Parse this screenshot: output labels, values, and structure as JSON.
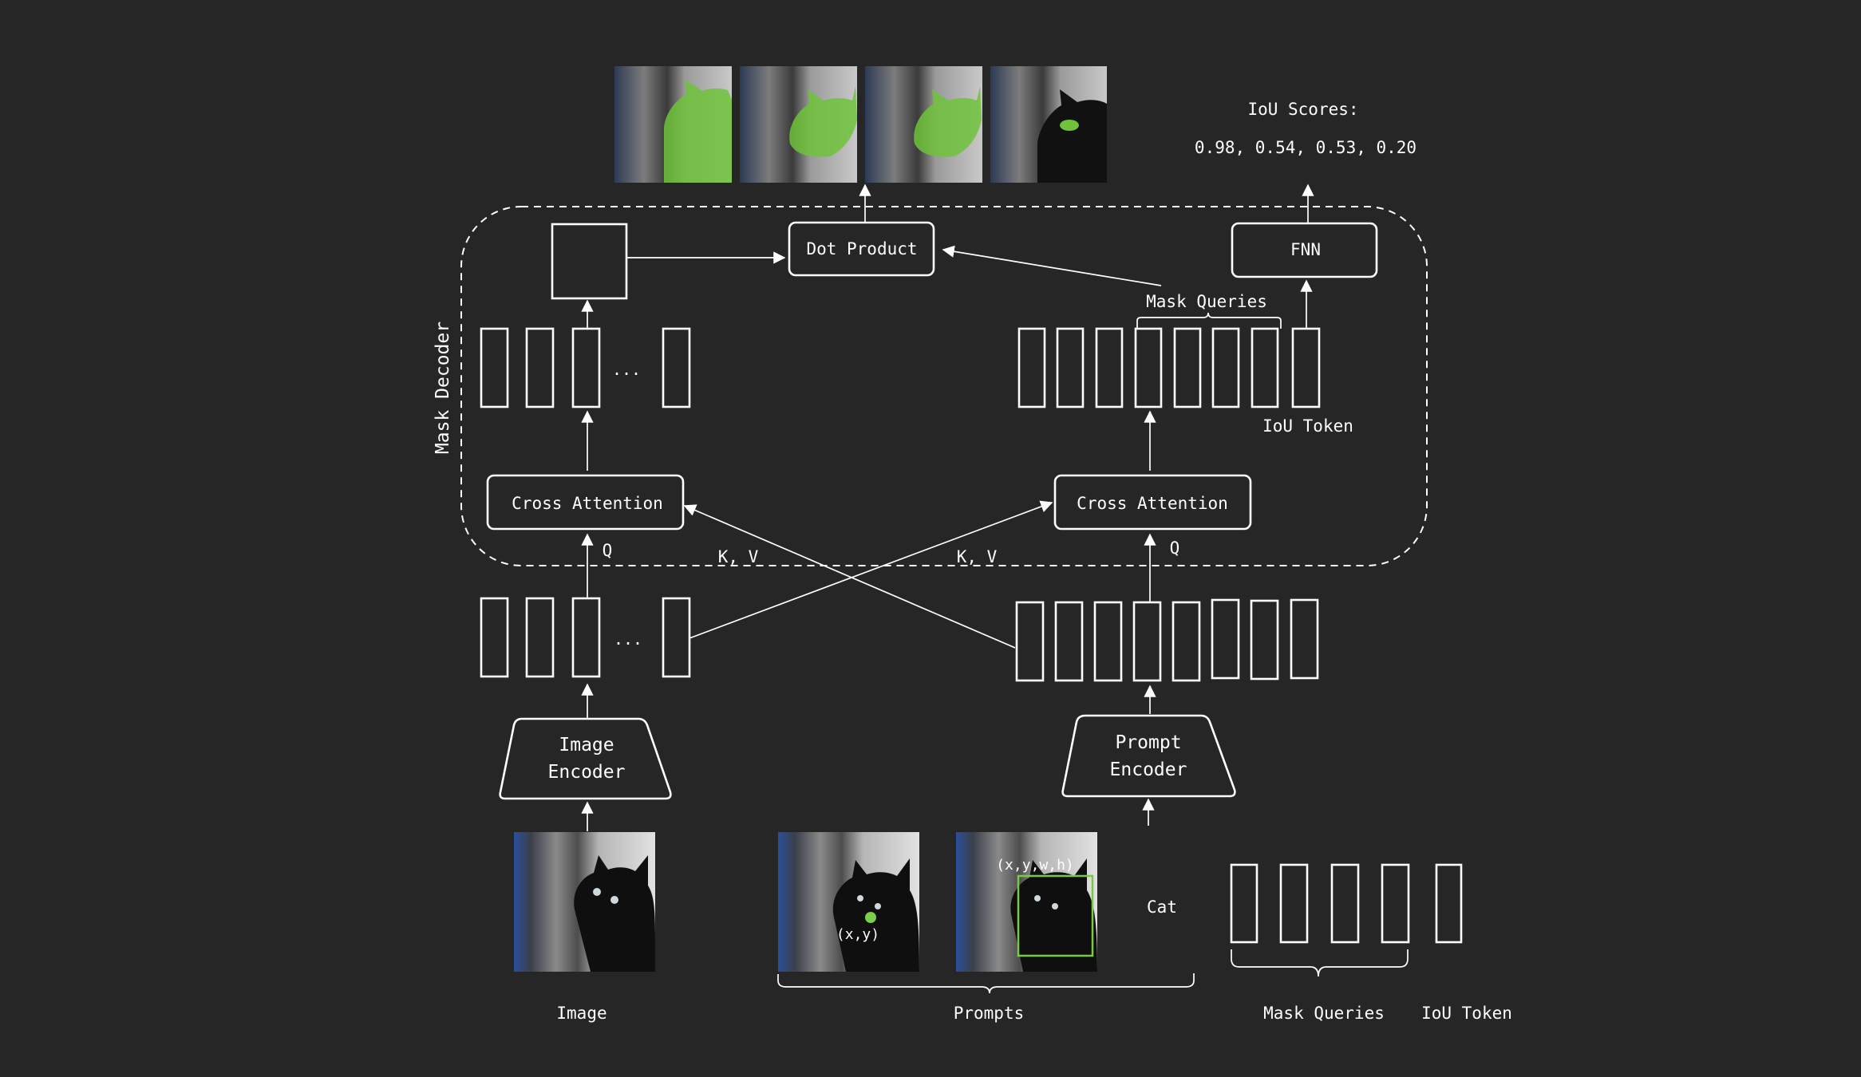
{
  "diagram": {
    "decoder_label": "Mask Decoder",
    "iou_scores_title": "IoU Scores:",
    "iou_scores_values": "0.98, 0.54, 0.53, 0.20",
    "dot_product": "Dot Product",
    "fnn": "FNN",
    "cross_attention_left": "Cross Attention",
    "cross_attention_right": "Cross Attention",
    "mask_queries_top": "Mask Queries",
    "iou_token_top": "IoU Token",
    "ellipsis": "...",
    "q": "Q",
    "kv": "K, V",
    "image_encoder_line1": "Image",
    "image_encoder_line2": "Encoder",
    "prompt_encoder_line1": "Prompt",
    "prompt_encoder_line2": "Encoder",
    "point_label": "(x,y)",
    "box_label": "(x,y,w,h)",
    "cat": "Cat",
    "bottom_image": "Image",
    "bottom_prompts": "Prompts",
    "bottom_mask_queries": "Mask Queries",
    "bottom_iou_token": "IoU Token"
  },
  "colors": {
    "background": "#262626",
    "mask_green": "#6fc23a",
    "point_green": "#7ad04a",
    "box_green": "#7ac943"
  }
}
